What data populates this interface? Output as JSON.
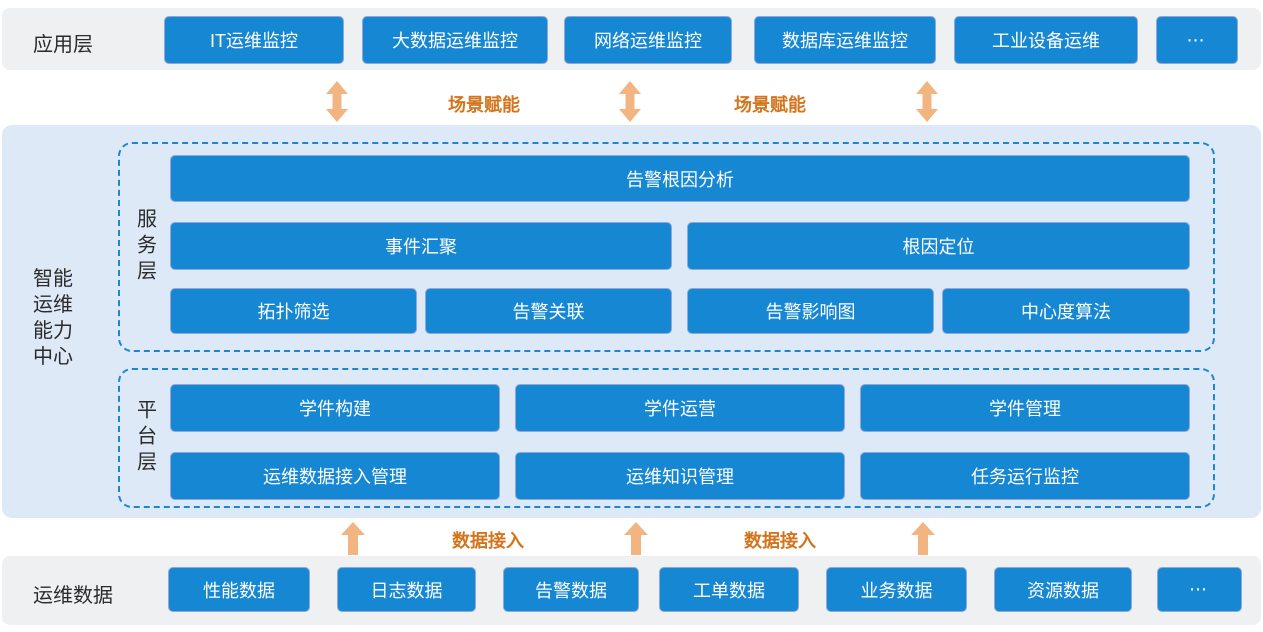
{
  "colors": {
    "box_blue": "#1688d3",
    "box_border": "#8fa7dc",
    "band_gray": "#eef0f1",
    "band_blue": "#dde9f7",
    "dashed_border_blue": "#1b87d0",
    "arrow_orange": "#f2b480",
    "link_label_orange": "#d2751d",
    "text_dark": "#2b2b2b",
    "box_text": "#ffffff"
  },
  "app_layer": {
    "label": "应用层",
    "boxes": [
      "IT运维监控",
      "大数据运维监控",
      "网络运维监控",
      "数据库运维监控",
      "工业设备运维",
      "⋯"
    ]
  },
  "scene_enable": {
    "left_label": "场景赋能",
    "right_label": "场景赋能"
  },
  "capability_center": {
    "label_lines": [
      "智能",
      "运维",
      "能力",
      "中心"
    ],
    "service_layer": {
      "label": "服务层",
      "row1": [
        "告警根因分析"
      ],
      "row2": [
        "事件汇聚",
        "根因定位"
      ],
      "row3": [
        "拓扑筛选",
        "告警关联",
        "告警影响图",
        "中心度算法"
      ]
    },
    "platform_layer": {
      "label": "平台层",
      "row1": [
        "学件构建",
        "学件运营",
        "学件管理"
      ],
      "row2": [
        "运维数据接入管理",
        "运维知识管理",
        "任务运行监控"
      ]
    }
  },
  "data_access": {
    "left_label": "数据接入",
    "right_label": "数据接入"
  },
  "data_layer": {
    "label": "运维数据",
    "boxes": [
      "性能数据",
      "日志数据",
      "告警数据",
      "工单数据",
      "业务数据",
      "资源数据",
      "⋯"
    ]
  }
}
